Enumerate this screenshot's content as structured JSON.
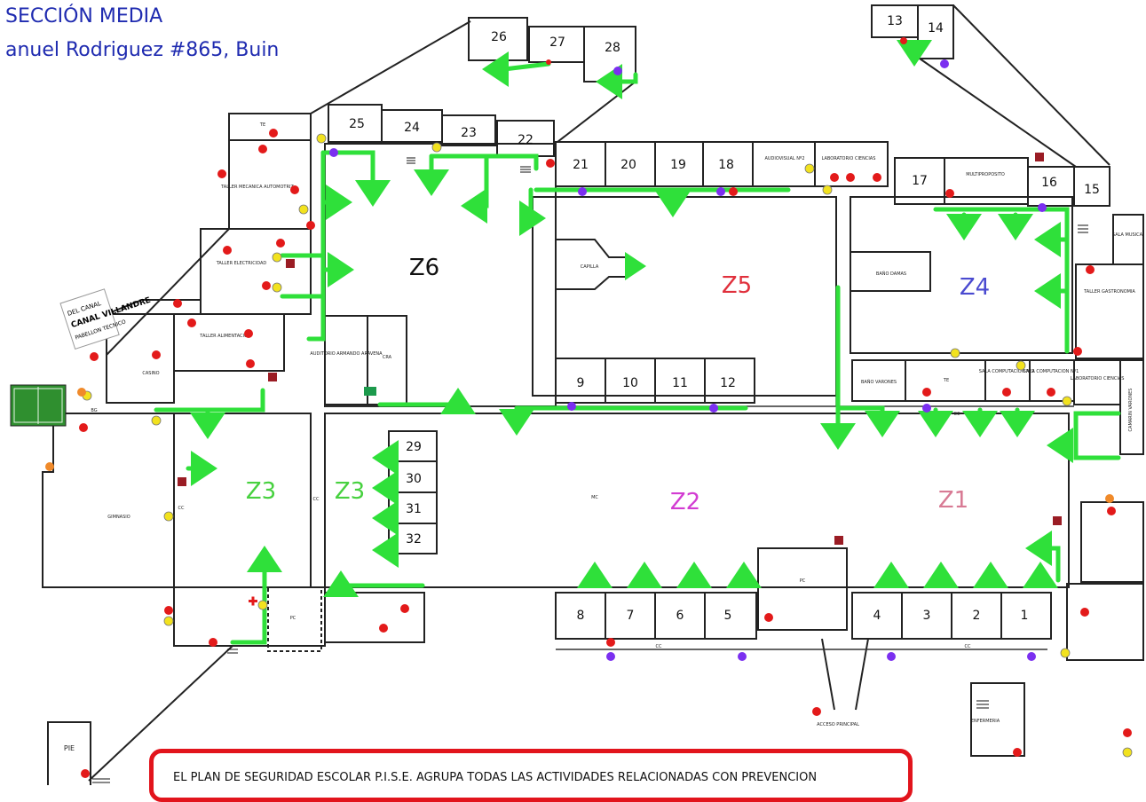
{
  "header": {
    "line1": "SECCIÓN  MEDIA",
    "line2": "anuel Rodriguez #865, Buin"
  },
  "notice": "EL PLAN DE SEGURIDAD ESCOLAR P.I.S.E.  AGRUPA TODAS LAS ACTIVIDADES RELACIONADAS CON PREVENCION",
  "colors": {
    "zone_green": "#47d13f",
    "zone_red": "#e0303c",
    "zone_blue": "#4a4ad0",
    "zone_magenta": "#d23cd2",
    "zone_pink": "#d87a94",
    "arrow": "#2fe03a",
    "extinguisher": "#e31a1a",
    "alarm": "#f2e21e",
    "meeting": "#7b2ff0",
    "first_aid": "#f08a2a",
    "fire_cabinet": "#9a1c24"
  },
  "zones": {
    "z6": "Z6",
    "z5": "Z5",
    "z4": "Z4",
    "z3a": "Z3",
    "z3b": "Z3",
    "z2": "Z2",
    "z1": "Z1"
  },
  "rooms": {
    "r1": "1",
    "r2": "2",
    "r3": "3",
    "r4": "4",
    "r5": "5",
    "r6": "6",
    "r7": "7",
    "r8": "8",
    "r9": "9",
    "r10": "10",
    "r11": "11",
    "r12": "12",
    "r13": "13",
    "r14": "14",
    "r15": "15",
    "r16": "16",
    "r17": "17",
    "r18": "18",
    "r19": "19",
    "r20": "20",
    "r21": "21",
    "r22": "22",
    "r23": "23",
    "r24": "24",
    "r25": "25",
    "r26": "26",
    "r27": "27",
    "r28": "28",
    "r29": "29",
    "r30": "30",
    "r31": "31",
    "r32": "32"
  },
  "labels": {
    "te1": "TE",
    "te2": "TE",
    "mecanica": "TALLER MECANICA AUTOMOTRIZ",
    "electricidad": "TALLER ELECTRICIDAD",
    "alimentacion": "TALLER ALIMENTACION",
    "casino": "CASINO",
    "gimnasio": "GIMNASIO",
    "bg": "BG",
    "cc1": "CC",
    "cc2": "CC",
    "cc3": "CC",
    "cc4": "CC",
    "cc_gym": "CC",
    "mc": "MC",
    "pc1": "PC",
    "pc2": "PC",
    "capilla": "CAPILLA",
    "auditorio": "AUDITORIO ARMANDO ARAVENA",
    "cra": "CRA",
    "bano_damas": "BAÑO DAMAS",
    "bano_varones": "BAÑO VARONES",
    "multiproposito": "MULTIPROPOSITO",
    "sala_musica": "SALA MUSICA",
    "taller_gastro": "TALLER GASTRONOMIA",
    "audiovisual": "AUDIOVISUAL Nº2",
    "lab_ciencias": "LABORATORIO CIENCIAS",
    "comp1": "SALA COMPUTACION Nº2",
    "comp2": "SALA COMPUTACION Nº1",
    "lab_ciencias2": "LABORATORIO CIENCIAS",
    "camarin": "CAMARIN VARONES",
    "acceso": "ACCESO PRINCIPAL",
    "pie": "PIE",
    "enfermeria": "ENFERMERIA",
    "cancha1": "DEL CANAL",
    "cancha2": "CANAL VILLANDRE",
    "cancha3": "PABELLON TECNICO"
  }
}
